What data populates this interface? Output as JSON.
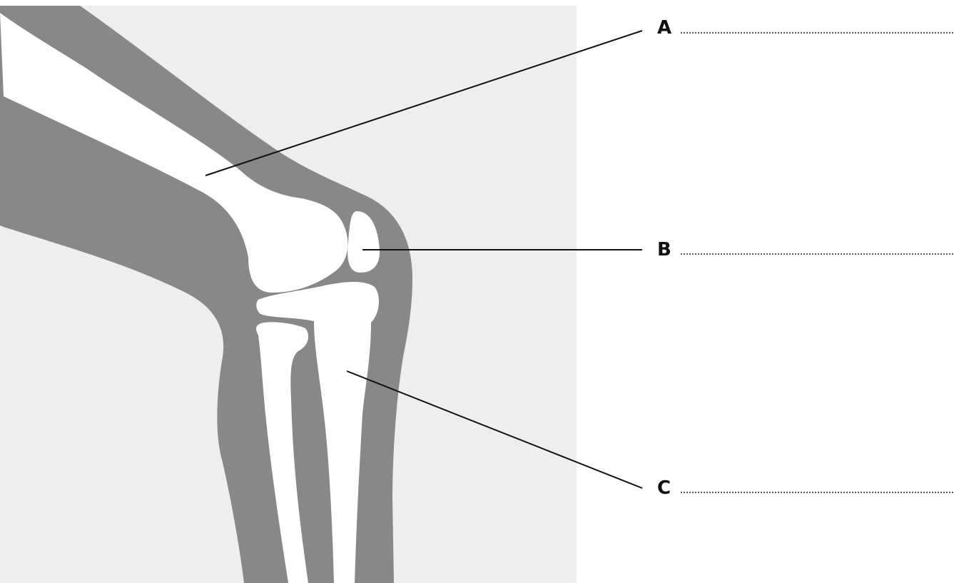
{
  "labels": [
    {
      "letter": "A"
    },
    {
      "letter": "B"
    },
    {
      "letter": "C"
    }
  ],
  "colors": {
    "background_panel": "#eeeeee",
    "soft_tissue": "#888888",
    "bone": "#ffffff",
    "leader_line": "#111111"
  },
  "parts": {
    "bones": [
      "femur",
      "patella",
      "tibia",
      "fibula",
      "meniscus"
    ],
    "tissue": "leg-soft-tissue"
  }
}
